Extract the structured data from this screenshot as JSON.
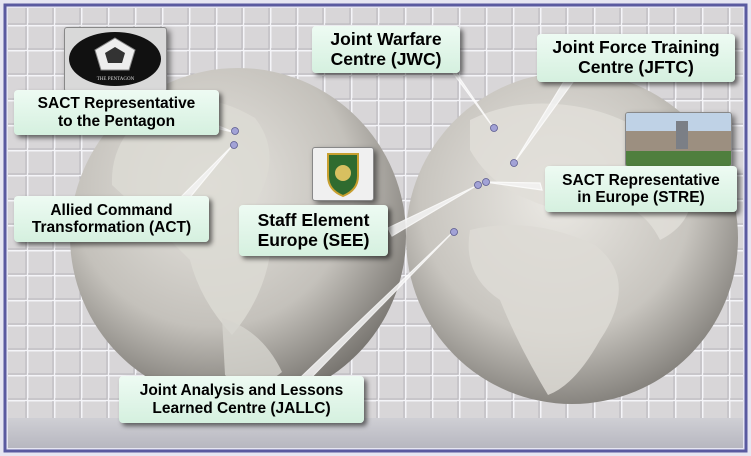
{
  "labels": {
    "pentagon": {
      "line1": "SACT Representative",
      "line2": "to the Pentagon"
    },
    "act": {
      "line1": "Allied Command",
      "line2": "Transformation (ACT)"
    },
    "jwc": {
      "line1": "Joint Warfare",
      "line2": "Centre (JWC)"
    },
    "jftc": {
      "line1": "Joint Force Training",
      "line2": "Centre (JFTC)"
    },
    "see": {
      "line1": "Staff Element",
      "line2": "Europe (SEE)"
    },
    "stre": {
      "line1": "SACT Representative",
      "line2": "in Europe (STRE)"
    },
    "jallc": {
      "line1": "Joint Analysis and Lessons",
      "line2": "Learned Centre (JALLC)"
    }
  },
  "images": {
    "pentagon_seal_text": "THE PENTAGON"
  },
  "colors": {
    "label_bg": "#e3f6ea",
    "background": "#dcdcea",
    "globe": "#c9c6c0",
    "marker": "#9a9acf",
    "frame": "#5a5aa0"
  }
}
